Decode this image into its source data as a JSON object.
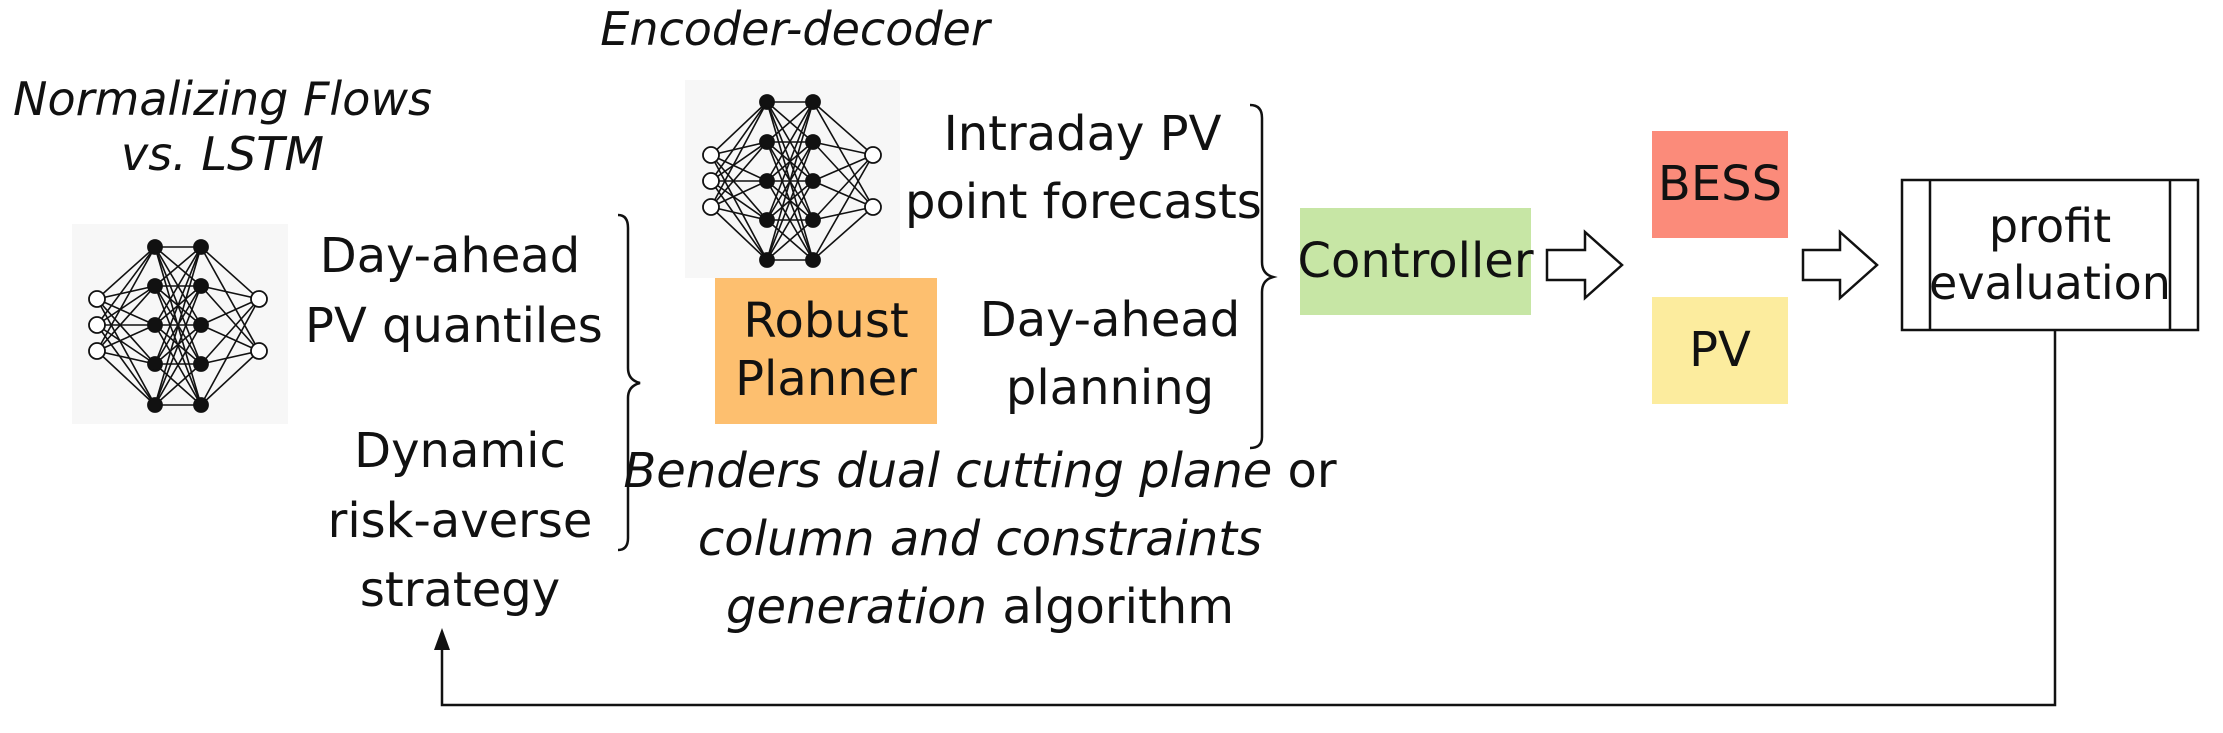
{
  "labels": {
    "nf_title_line1": "Normalizing Flows",
    "nf_title_line2": "vs. LSTM",
    "encdec_title": "Encoder-decoder",
    "dayahead_quantiles_line1": "Day-ahead",
    "dayahead_quantiles_line2": "PV quantiles",
    "dynamic_line1": "Dynamic",
    "dynamic_line2": "risk-averse",
    "dynamic_line3": "strategy",
    "intraday_line1": "Intraday PV",
    "intraday_line2": "point forecasts",
    "dayahead_planning_line1": "Day-ahead",
    "dayahead_planning_line2": "planning",
    "algo_line1_italic": "Benders dual cutting plane",
    "algo_line1_plain": " or",
    "algo_line2_italic": "column and constraints",
    "algo_line3_italic": "generation",
    "algo_line3_plain": " algorithm"
  },
  "boxes": {
    "planner_line1": "Robust",
    "planner_line2": "Planner",
    "controller": "Controller",
    "bess": "BESS",
    "pv": "PV",
    "profit_line1": "profit",
    "profit_line2": "evaluation"
  },
  "colors": {
    "planner": "#fdbf6f",
    "controller": "#c7e6a5",
    "bess": "#fb8b7a",
    "pv": "#fcec9e",
    "line": "#111111"
  },
  "icons": [
    "neural-network-icon",
    "neural-network-icon",
    "arrow-right-icon",
    "arrow-right-icon"
  ]
}
